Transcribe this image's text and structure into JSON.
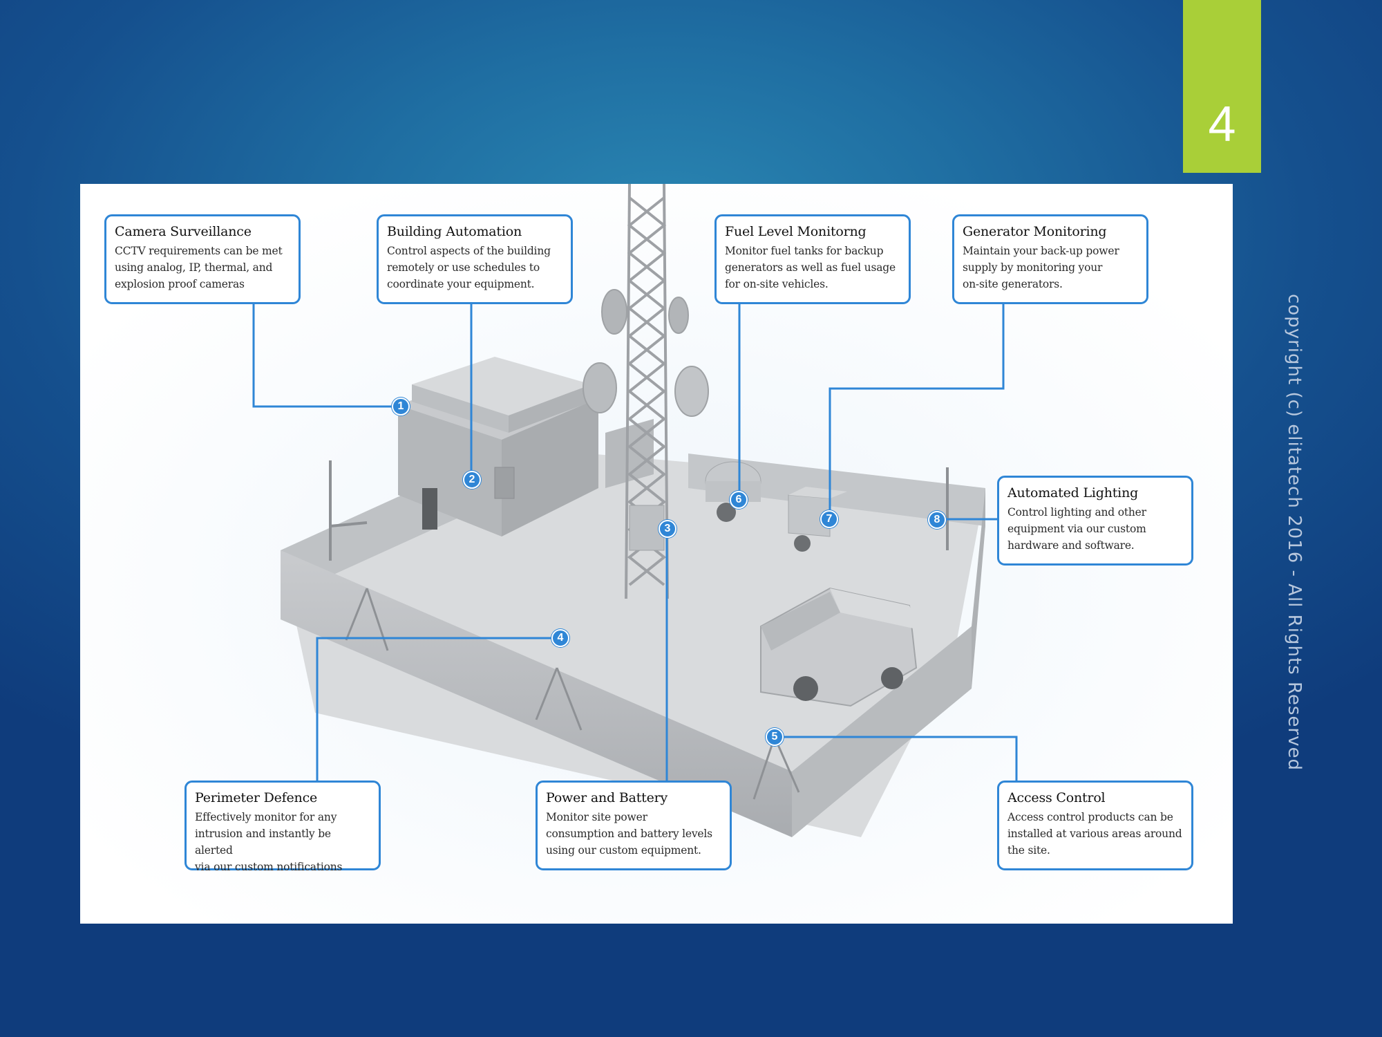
{
  "slide": {
    "number": "4",
    "copyright": "copyright (c) elitatech 2016 - All Rights Reserved",
    "accent_color": "#a9cf38",
    "background_color": "#1a5e98"
  },
  "diagram": {
    "line_color": "#2f86d6",
    "callouts": [
      {
        "id": "camera-surveillance",
        "title": "Camera Surveillance",
        "desc": [
          "CCTV requirements can be met",
          "using analog, IP, thermal, and",
          "explosion proof cameras"
        ]
      },
      {
        "id": "building-automation",
        "title": "Building Automation",
        "desc": [
          "Control aspects of the building",
          "remotely or use schedules to",
          "coordinate your equipment."
        ]
      },
      {
        "id": "fuel-level-monitoring",
        "title": "Fuel Level Monitorng",
        "desc": [
          "Monitor fuel tanks for backup",
          "generators as well as fuel usage",
          "for on-site vehicles."
        ]
      },
      {
        "id": "generator-monitoring",
        "title": "Generator Monitoring",
        "desc": [
          "Maintain your back-up power",
          "supply by monitoring your",
          "on-site generators."
        ]
      },
      {
        "id": "automated-lighting",
        "title": "Automated Lighting",
        "desc": [
          "Control lighting and other",
          "equipment via our custom",
          "hardware and software."
        ]
      },
      {
        "id": "perimeter-defence",
        "title": "Perimeter Defence",
        "desc": [
          "Effectively monitor for any",
          "intrusion and instantly be alerted",
          "via our custom notifications"
        ]
      },
      {
        "id": "power-and-battery",
        "title": "Power and Battery",
        "desc": [
          "Monitor site power",
          "consumption and battery levels",
          "using our custom equipment."
        ]
      },
      {
        "id": "access-control",
        "title": "Access Control",
        "desc": [
          "Access control products can be",
          "installed at various areas around",
          "the site."
        ]
      }
    ],
    "markers": [
      "1",
      "2",
      "3",
      "4",
      "5",
      "6",
      "7",
      "8"
    ]
  }
}
